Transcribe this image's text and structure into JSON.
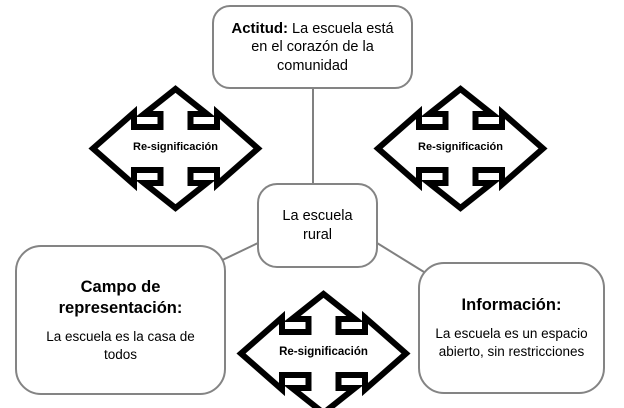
{
  "diagram": {
    "title_concept": "La escuela rural",
    "background_color": "#ffffff",
    "box_border_color": "#848484",
    "arrow_stroke_color": "#000000",
    "connector_color": "#808080"
  },
  "nodes": {
    "actitud": {
      "lead": "Actitud:",
      "body": " La escuela está en el corazón de la comunidad"
    },
    "central": {
      "label": "La escuela rural"
    },
    "campo": {
      "title": "Campo de representación:",
      "sub": "La escuela es la casa de todos"
    },
    "informacion": {
      "title": "Información:",
      "sub": "La escuela es un espacio abierto, sin restricciones"
    }
  },
  "arrows": [
    {
      "id": "left",
      "label": "Re-significación"
    },
    {
      "id": "right",
      "label": "Re-significación"
    },
    {
      "id": "bottom",
      "label": "Re-significación"
    }
  ]
}
